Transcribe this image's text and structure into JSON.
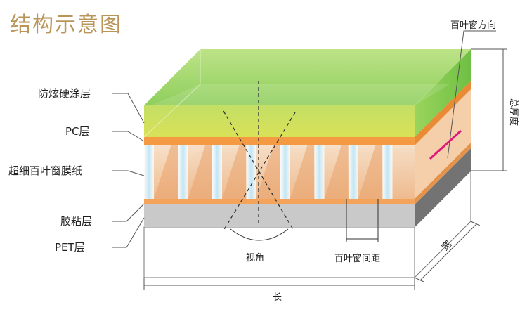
{
  "title": "结构示意图",
  "layers": {
    "hard_coat": "防炫硬涂层",
    "pc": "PC层",
    "louver_film": "超细百叶窗膜纸",
    "adhesive": "胶粘层",
    "pet": "PET层"
  },
  "annotations": {
    "louver_direction": "百叶窗方向",
    "total_thickness": "总厚度",
    "viewing_angle": "视角",
    "louver_pitch": "百叶窗间距",
    "length": "长",
    "width": "宽"
  },
  "colors": {
    "title": "#b9955a",
    "hard_coat": "#7cc540",
    "pc": "#f3a04f",
    "louver_film": "#f6d3b4",
    "adhesive": "#bdbdbd",
    "pet": "#ffffff",
    "louver_direction_line": "#e0187e"
  }
}
